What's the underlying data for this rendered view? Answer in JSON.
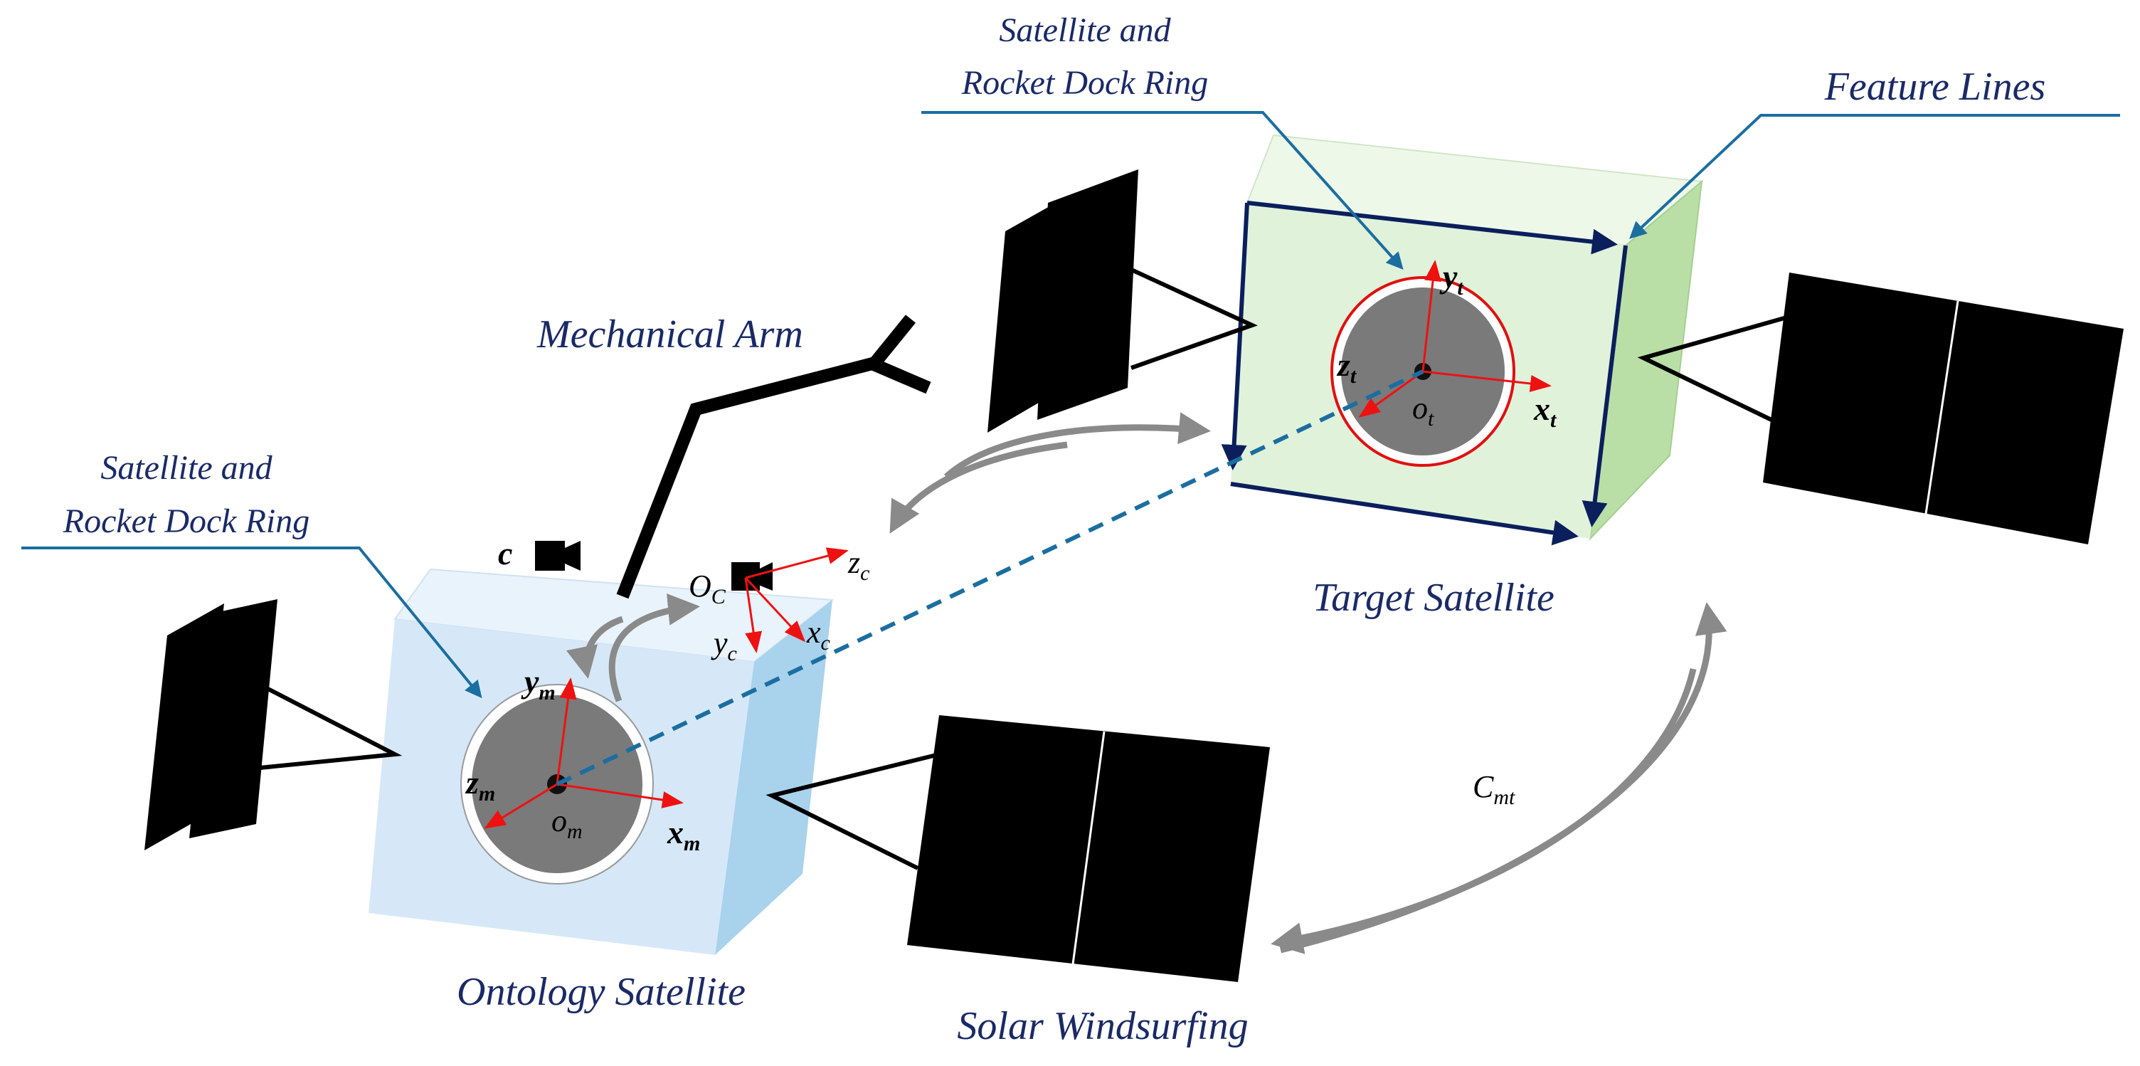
{
  "labels": {
    "feature_lines": "Feature Lines",
    "target_dock_ring_line1": "Satellite and",
    "target_dock_ring_line2": "Rocket Dock Ring",
    "ontology_dock_ring_line1": "Satellite and",
    "ontology_dock_ring_line2": "Rocket Dock Ring",
    "mechanical_arm": "Mechanical Arm",
    "target_satellite": "Target Satellite",
    "ontology_satellite": "Ontology Satellite",
    "solar_windsurfing": "Solar Windsurfing",
    "camera_c": "c",
    "cmt_main": "C",
    "cmt_sub": "mt"
  },
  "axes": {
    "target": {
      "x_main": "x",
      "x_sub": "t",
      "y_main": "y",
      "y_sub": "t",
      "z_main": "z",
      "z_sub": "t",
      "o_main": "o",
      "o_sub": "t"
    },
    "ontology": {
      "x_main": "x",
      "x_sub": "m",
      "y_main": "y",
      "y_sub": "m",
      "z_main": "z",
      "z_sub": "m",
      "o_main": "o",
      "o_sub": "m"
    },
    "camera": {
      "x_main": "x",
      "x_sub": "c",
      "y_main": "y",
      "y_sub": "c",
      "z_main": "z",
      "z_sub": "c",
      "o_main": "O",
      "o_sub": "C"
    }
  },
  "colors": {
    "navy": "#0a1f5c",
    "callout": "#1b6ea0",
    "ontology_front": "#d6e8f8",
    "ontology_side": "#a9d2ec",
    "target_front": "#e1f2da",
    "target_side": "#b9dfa6",
    "ring": "#7a7a7a",
    "axis_red": "#ee1111",
    "gray_arrow": "#8a8a8a"
  }
}
